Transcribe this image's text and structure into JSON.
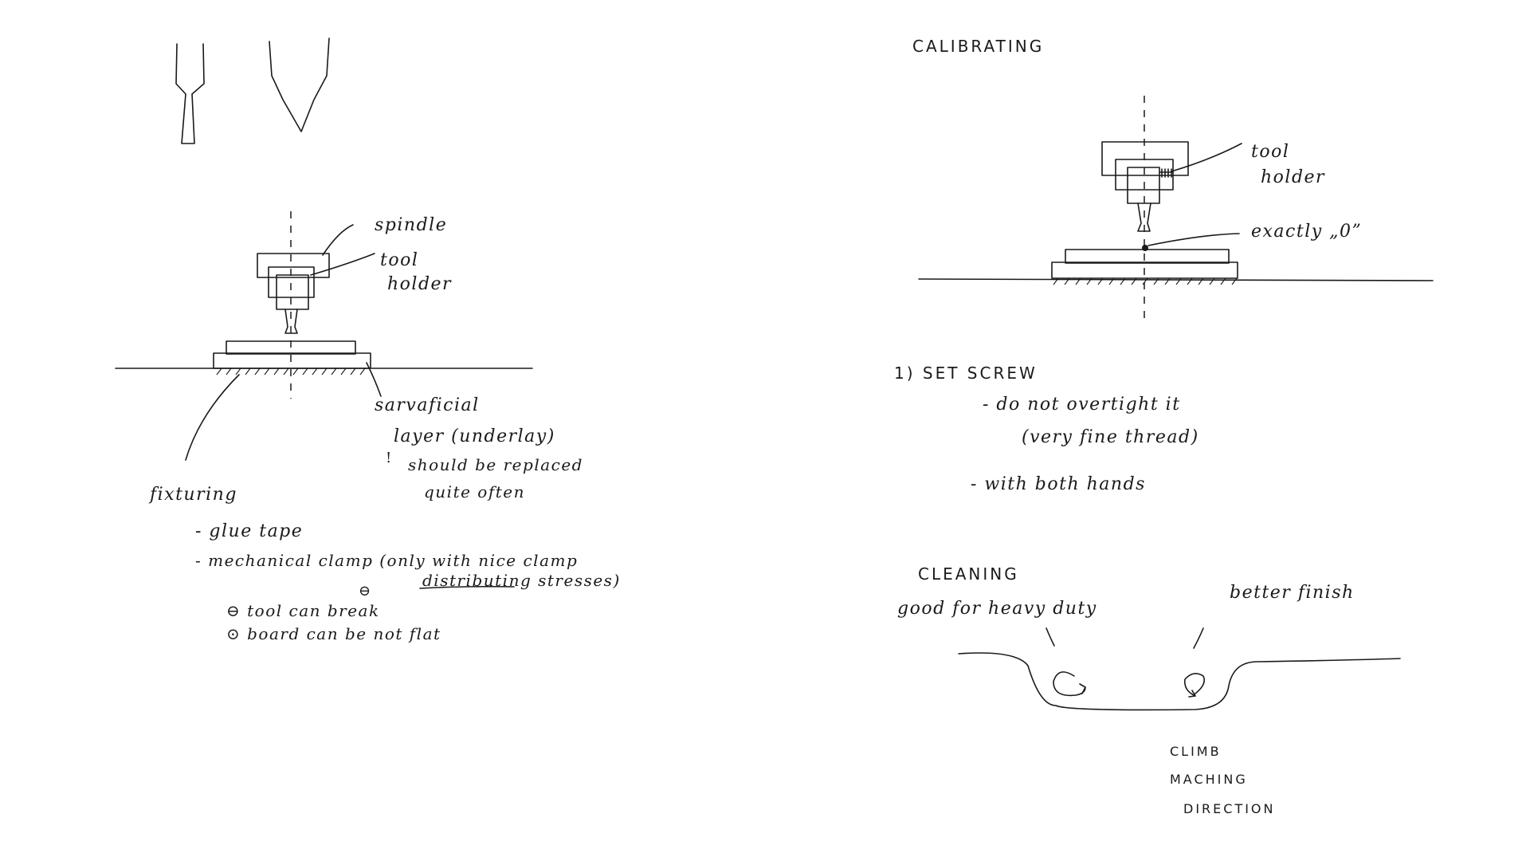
{
  "left": {
    "spindle": "spindle",
    "tool_holder_1": "tool",
    "tool_holder_2": "holder",
    "sacrificial_1": "sarvaficial",
    "sacrificial_2": "layer (underlay)",
    "warning_symbol": "!",
    "replace_1": "should be replaced",
    "replace_2": "quite often",
    "fixturing": "fixturing",
    "bullet_1": "- glue tape",
    "bullet_2": "- mechanical clamp (only with nice clamp",
    "bullet_2_cont": "distributing stresses)",
    "minus_symbol": "⊖",
    "con_1": "⊖ tool can break",
    "con_2": "⊙ board can be not flat"
  },
  "right": {
    "title": "CALIBRATING",
    "tool_holder_1": "tool",
    "tool_holder_2": "holder",
    "zero_label": "exactly „0”",
    "step_1": "1)  SET  SCREW",
    "step_1_a": "- do not overtight it",
    "step_1_b": "(very fine thread)",
    "step_1_c": "- with both hands",
    "cleaning_title": "CLEANING",
    "heavy_duty": "good for heavy duty",
    "better_finish": "better finish",
    "climb_1": "CLIMB",
    "climb_2": "MACHING",
    "climb_3": "DIRECTION"
  }
}
